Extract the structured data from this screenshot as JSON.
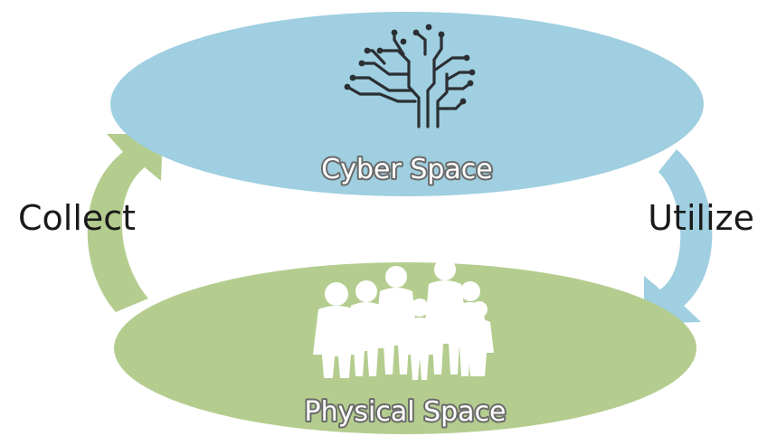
{
  "cyber": {
    "label": "Cyber Space",
    "color": "#9fcfe0",
    "icon": "circuit-brain-icon"
  },
  "physical": {
    "label": "Physical Space",
    "color": "#b4cd8f",
    "icon": "people-silhouettes-icon"
  },
  "arrows": {
    "collect": {
      "label": "Collect",
      "color": "#b4cd8f"
    },
    "utilize": {
      "label": "Utilize",
      "color": "#9fcfe0"
    }
  }
}
